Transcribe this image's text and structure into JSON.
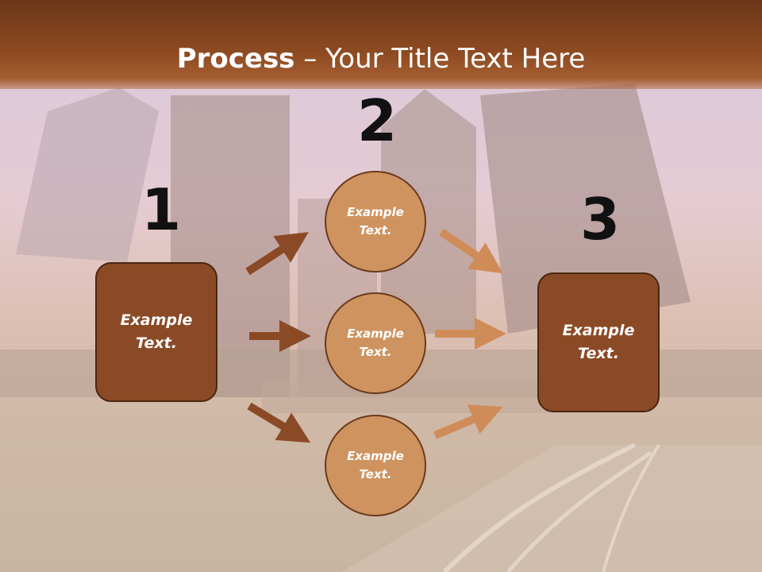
{
  "title": {
    "bold": "Process",
    "rest": " – Your Title Text Here"
  },
  "steps": {
    "n1": "1",
    "n2": "2",
    "n3": "3"
  },
  "left_box": {
    "text": "Example\nText."
  },
  "right_box": {
    "text": "Example\nText."
  },
  "circles": [
    {
      "text": "Example\nText."
    },
    {
      "text": "Example\nText."
    },
    {
      "text": "Example\nText."
    }
  ],
  "colors": {
    "title_bar": "#8e4b22",
    "box_fill": "#8b4a26",
    "circle_fill": "#cf935f",
    "arrow_dark": "#8b4a26",
    "arrow_light": "#d08c58"
  },
  "background": "city-skyline-night-traffic-photo"
}
